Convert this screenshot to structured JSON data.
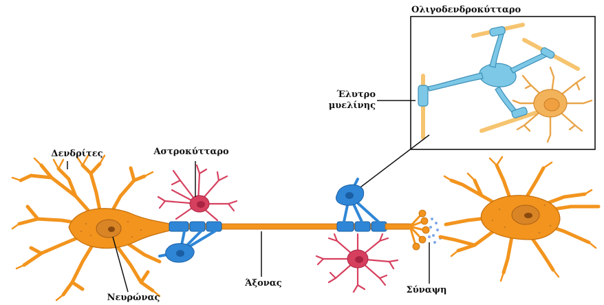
{
  "labels": {
    "oligodendrocyte": "Ολιγοδενδροκύτταρο",
    "myelin_sheath_line1": "Έλυτρο",
    "myelin_sheath_line2": "μυελίνης",
    "dendrites": "Δενδρίτες",
    "astrocyte": "Αστροκύτταρο",
    "axon": "Άξονας",
    "neuron": "Νευρώνας",
    "synapse": "Σύναψη"
  },
  "colors": {
    "neuron_fill": "#f2941e",
    "neuron_stroke": "#c46d0a",
    "nucleus": "#d98526",
    "myelin_blue": "#2f86d6",
    "oligodendrocyte_light_blue": "#7cc8e6",
    "astrocyte_red": "#d6405e",
    "inset_cell": "#f3b35a",
    "axon_pale": "#f6c470",
    "leader_line": "#111111"
  }
}
